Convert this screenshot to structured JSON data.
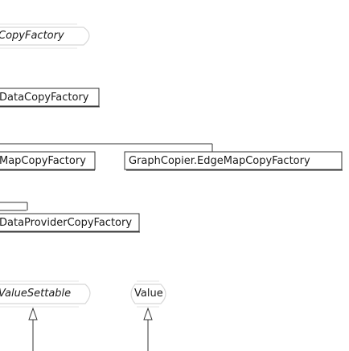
{
  "nodes": {
    "copy_factory": "CopyFactory",
    "data_copy_factory": "DataCopyFactory",
    "map_copy_factory": "MapCopyFactory",
    "edge_map_copy_factory": "GraphCopier.EdgeMapCopyFactory",
    "data_provider_copy_factory": "DataProviderCopyFactory",
    "value_settable": "ValueSettable",
    "value": "Value"
  },
  "colors": {
    "box_stroke": "#333333",
    "box_fill": "#ffffff",
    "interface_stroke": "#d8d8d8",
    "background": "#ffffff"
  }
}
